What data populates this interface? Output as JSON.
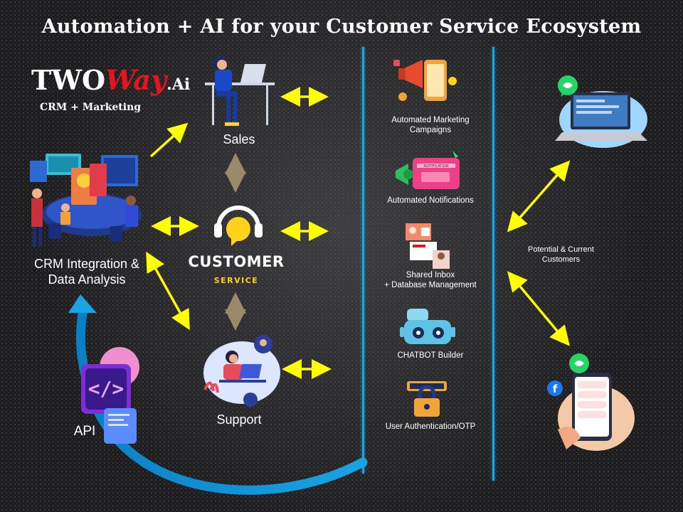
{
  "title": "Automation + AI for your Customer Service Ecosystem",
  "logo": {
    "part1": "TWO",
    "part2": "Way",
    "part3": ".Ai",
    "tagline": "CRM + Marketing"
  },
  "nodes": {
    "sales": "Sales",
    "customer_service_main": "CUSTOMER",
    "customer_service_sub": "SERVICE",
    "support": "Support",
    "crm": "CRM Integration &\nData Analysis",
    "api": "API"
  },
  "features": [
    {
      "label": "Automated Marketing\nCampaigns",
      "icon": "megaphone-phone-icon"
    },
    {
      "label": "Automated Notifications",
      "icon": "notification-megaphone-icon"
    },
    {
      "label": "Shared Inbox\n+ Database Management",
      "icon": "shared-inbox-icon"
    },
    {
      "label": "CHATBOT Builder",
      "icon": "chatbot-icon"
    },
    {
      "label": "User Authentication/OTP",
      "icon": "padlock-icon"
    }
  ],
  "customers": {
    "label": "Potential & Current\nCustomers",
    "notification_text": "NOTIFICATION"
  },
  "colors": {
    "accent_blue": "#1aa3e6",
    "arrow_yellow": "#ffff00",
    "logo_red": "#e3161d",
    "arrow_brown": "#9a8a6a"
  }
}
